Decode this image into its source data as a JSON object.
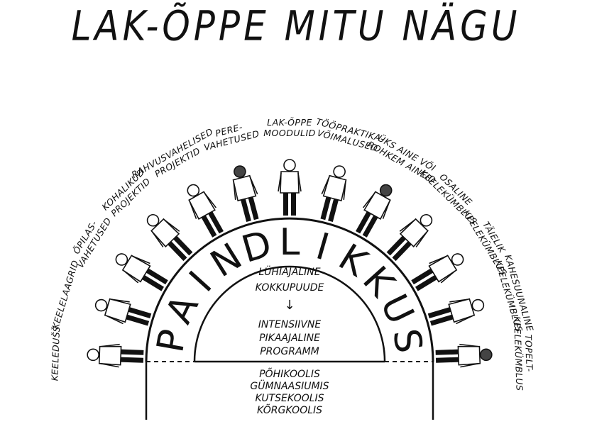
{
  "title": "LAK-ÕPPE MITU NÄGU",
  "arc_word": "PAINDLIKKUS",
  "inner": {
    "line1": "LÜHIAJALINE",
    "line2": "KOKKUPUUDE",
    "arrow": "↓",
    "line3": "INTENSIIVNE",
    "line4": "PIKAAJALINE",
    "line5": "PROGRAMM"
  },
  "base": [
    "PÕHIKOOLIS",
    "GÜMNAASIUMIS",
    "KUTSEKOOLIS",
    "KÕRGKOOLIS"
  ],
  "figures": [
    {
      "label": [
        "KEELEDUŠŠ"
      ]
    },
    {
      "label": [
        "KEELELAAGRID"
      ]
    },
    {
      "label": [
        "ÕPILAS-",
        "VAHETUSED"
      ]
    },
    {
      "label": [
        "KOHALIKUD",
        "PROJEKTID"
      ]
    },
    {
      "label": [
        "RAHVUSVAHELISED",
        "PROJEKTID"
      ]
    },
    {
      "label": [
        "PERE-",
        "VAHETUSED"
      ]
    },
    {
      "label": [
        "LAK-ÕPPE",
        "MOODULID"
      ]
    },
    {
      "label": [
        "TÖÖPRAKTIKA-",
        "VÕIMALUSED"
      ]
    },
    {
      "label": [
        "ÜKS AINE VÕI",
        "ROHKEM AINEID"
      ]
    },
    {
      "label": [
        "OSALINE",
        "KEELEKÜMBLUS"
      ]
    },
    {
      "label": [
        "TÄIELIK",
        "KEELEKÜMBLUS"
      ]
    },
    {
      "label": [
        "KAHESUUNALINE",
        "KEELEKÜMBLUS"
      ]
    },
    {
      "label": [
        "TOPELT-",
        "KEELEKÜMBLUS"
      ]
    }
  ]
}
